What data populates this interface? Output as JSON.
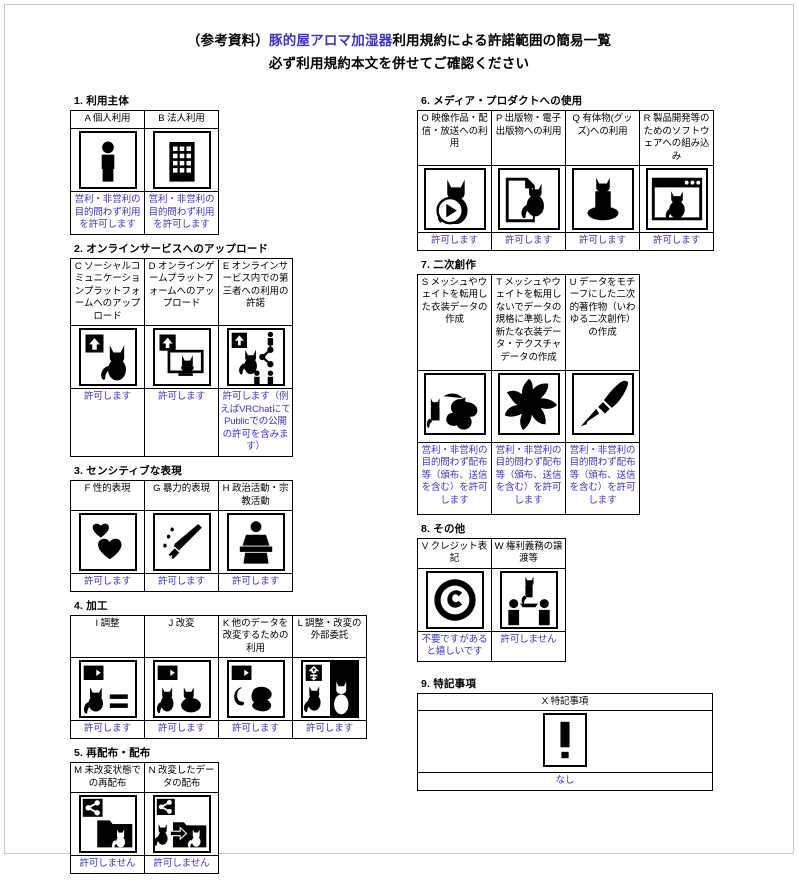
{
  "document": {
    "title_prefix": "（参考資料）",
    "title_brand": "豚的屋アロマ加湿器",
    "title_suffix": "利用規約による許諾範囲の簡易一覧",
    "title_line2": "必ず利用規約本文を併せてご確認ください",
    "brand_color": "#3b34c8",
    "note_color": "#3b34c8"
  },
  "sections": [
    {
      "number": "1.",
      "heading": "1. 利用主体",
      "items": [
        {
          "code": "A",
          "label": "A 個人利用",
          "icon": "person-icon",
          "note": "営利・非営利の目的問わず利用を許可します"
        },
        {
          "code": "B",
          "label": "B 法人利用",
          "icon": "building-icon",
          "note": "営利・非営利の目的問わず利用を許可します"
        }
      ]
    },
    {
      "number": "2.",
      "heading": "2. オンラインサービスへのアップロード",
      "items": [
        {
          "code": "C",
          "label": "C ソーシャルコミュニケーションプラットフォームへのアップロード",
          "icon": "upload-cat-icon",
          "note": "許可します"
        },
        {
          "code": "D",
          "label": "D オンラインゲームプラットフォームへのアップロード",
          "icon": "upload-cat-monitor-icon",
          "note": "許可します"
        },
        {
          "code": "E",
          "label": "E オンラインサービス内での第三者への利用の許諾",
          "icon": "upload-cat-share-people-icon",
          "note": "許可します（例えばVRChatにてPublicでの公開の許可を含みます）"
        }
      ]
    },
    {
      "number": "3.",
      "heading": "3. センシティブな表現",
      "items": [
        {
          "code": "F",
          "label": "F 性的表現",
          "icon": "hearts-icon",
          "note": "許可します"
        },
        {
          "code": "G",
          "label": "G 暴力的表現",
          "icon": "knife-icon",
          "note": "許可します"
        },
        {
          "code": "H",
          "label": "H 政治活動・宗教活動",
          "icon": "podium-speaker-icon",
          "note": "許可します"
        }
      ]
    },
    {
      "number": "4.",
      "heading": "4. 加工",
      "items": [
        {
          "code": "I",
          "label": "I 調整",
          "icon": "arrow-cat-equals-icon",
          "note": "許可します"
        },
        {
          "code": "J",
          "label": "J 改変",
          "icon": "arrow-cat-cat-icon",
          "note": "許可します"
        },
        {
          "code": "K",
          "label": "K 他のデータを改変するための利用",
          "icon": "arrow-cat-other-data-icon",
          "note": "許可します"
        },
        {
          "code": "L",
          "label": "L 調整・改変の外部委託",
          "icon": "outsource-cat-icon",
          "note": "許可します"
        }
      ]
    },
    {
      "number": "5.",
      "heading": "5. 再配布・配布",
      "items": [
        {
          "code": "M",
          "label": "M 未改変状態での再配布",
          "icon": "share-folder-cat-icon",
          "note": "許可しません"
        },
        {
          "code": "N",
          "label": "N 改変したデータの配布",
          "icon": "share-modified-cat-icon",
          "note": "許可しません"
        }
      ]
    },
    {
      "number": "6.",
      "heading": "6. メディア・プロダクトへの使用",
      "items": [
        {
          "code": "O",
          "label": "O 映像作品・配信・放送への利用",
          "icon": "play-cat-icon",
          "note": "許可します"
        },
        {
          "code": "P",
          "label": "P 出版物・電子出版物への利用",
          "icon": "page-cat-icon",
          "note": "許可します"
        },
        {
          "code": "Q",
          "label": "Q 有体物(グッズ)への利用",
          "icon": "figure-cat-icon",
          "note": "許可します"
        },
        {
          "code": "R",
          "label": "R 製品開発等のためのソフトウェアへの組み込み",
          "icon": "window-cat-icon",
          "note": "許可します"
        }
      ]
    },
    {
      "number": "7.",
      "heading": "7. 二次創作",
      "items": [
        {
          "code": "S",
          "label": "S メッシュやウェイトを転用した衣装データの作成",
          "icon": "cat-mesh-reuse-icon",
          "note": "営利・非営利の目的問わず配布等（頒布、送信を含む）を許可します"
        },
        {
          "code": "T",
          "label": "T メッシュやウェイトを転用しないでデータの規格に準拠した新たな衣装データ・テクスチャデータの作成",
          "icon": "mesh-new-icon",
          "note": "営利・非営利の目的問わず配布等（頒布、送信を含む）を許可します"
        },
        {
          "code": "U",
          "label": "U データをモチーフにした二次的著作物（いわゆる二次創作）の作成",
          "icon": "brush-icon",
          "note": "営利・非営利の目的問わず配布等（頒布、送信を含む）を許可します"
        }
      ]
    },
    {
      "number": "8.",
      "heading": "8. その他",
      "items": [
        {
          "code": "V",
          "label": "V クレジット表記",
          "icon": "copyright-icon",
          "note": "不要ですがあると嬉しいです"
        },
        {
          "code": "W",
          "label": "W 権利義務の譲渡等",
          "icon": "transfer-people-icon",
          "note": "許可しません"
        }
      ]
    },
    {
      "number": "9.",
      "heading": "9. 特記事項",
      "items": [
        {
          "code": "X",
          "label": "X 特記事項",
          "icon": "exclamation-icon",
          "note": "なし"
        }
      ]
    }
  ]
}
